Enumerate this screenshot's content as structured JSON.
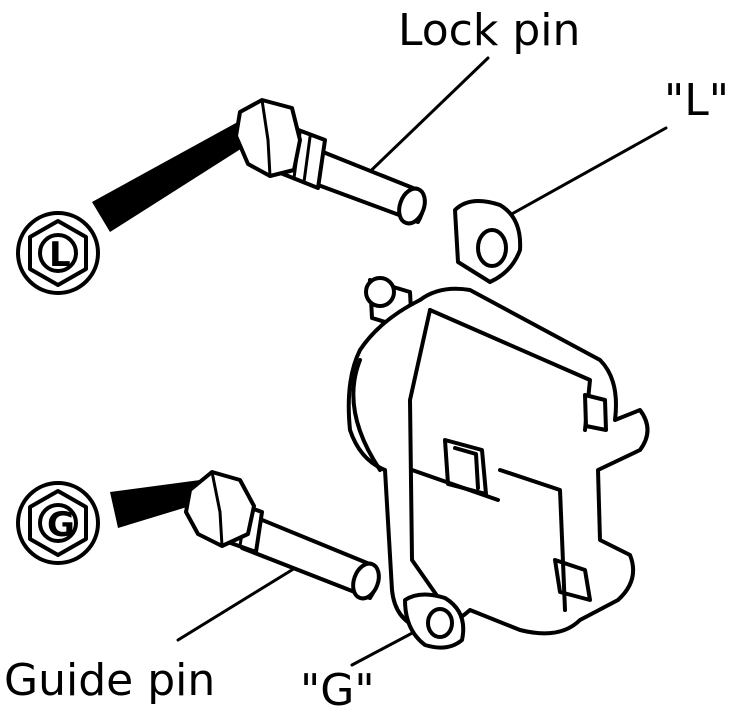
{
  "labels": {
    "lock_pin": "Lock pin",
    "guide_pin": "Guide pin",
    "mark_l": "\"L\"",
    "mark_g": "\"G\"",
    "symbol_l": "L",
    "symbol_g": "G"
  },
  "colors": {
    "ink": "#000000",
    "paper": "#ffffff"
  }
}
